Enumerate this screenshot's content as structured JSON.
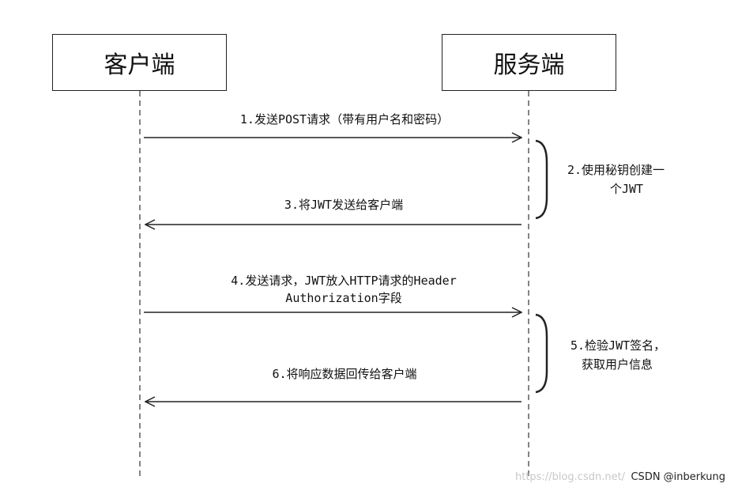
{
  "actors": {
    "client": "客户端",
    "server": "服务端"
  },
  "messages": [
    {
      "id": "m1",
      "line1": "1.发送POST请求（带有用户名和密码）",
      "line2": ""
    },
    {
      "id": "m3",
      "line1": "3.将JWT发送给客户端",
      "line2": ""
    },
    {
      "id": "m4",
      "line1": "4.发送请求，JWT放入HTTP请求的Header",
      "line2": "Authorization字段"
    },
    {
      "id": "m6",
      "line1": "6.将响应数据回传给客户端",
      "line2": ""
    }
  ],
  "notes": [
    {
      "id": "n2",
      "line1": "2.使用秘钥创建一",
      "line2": "个JWT"
    },
    {
      "id": "n5",
      "line1": "5.检验JWT签名，",
      "line2": "获取用户信息"
    }
  ],
  "watermark": {
    "url": "https://blog.csdn.net/",
    "csdn": "CSDN @inberkung"
  }
}
